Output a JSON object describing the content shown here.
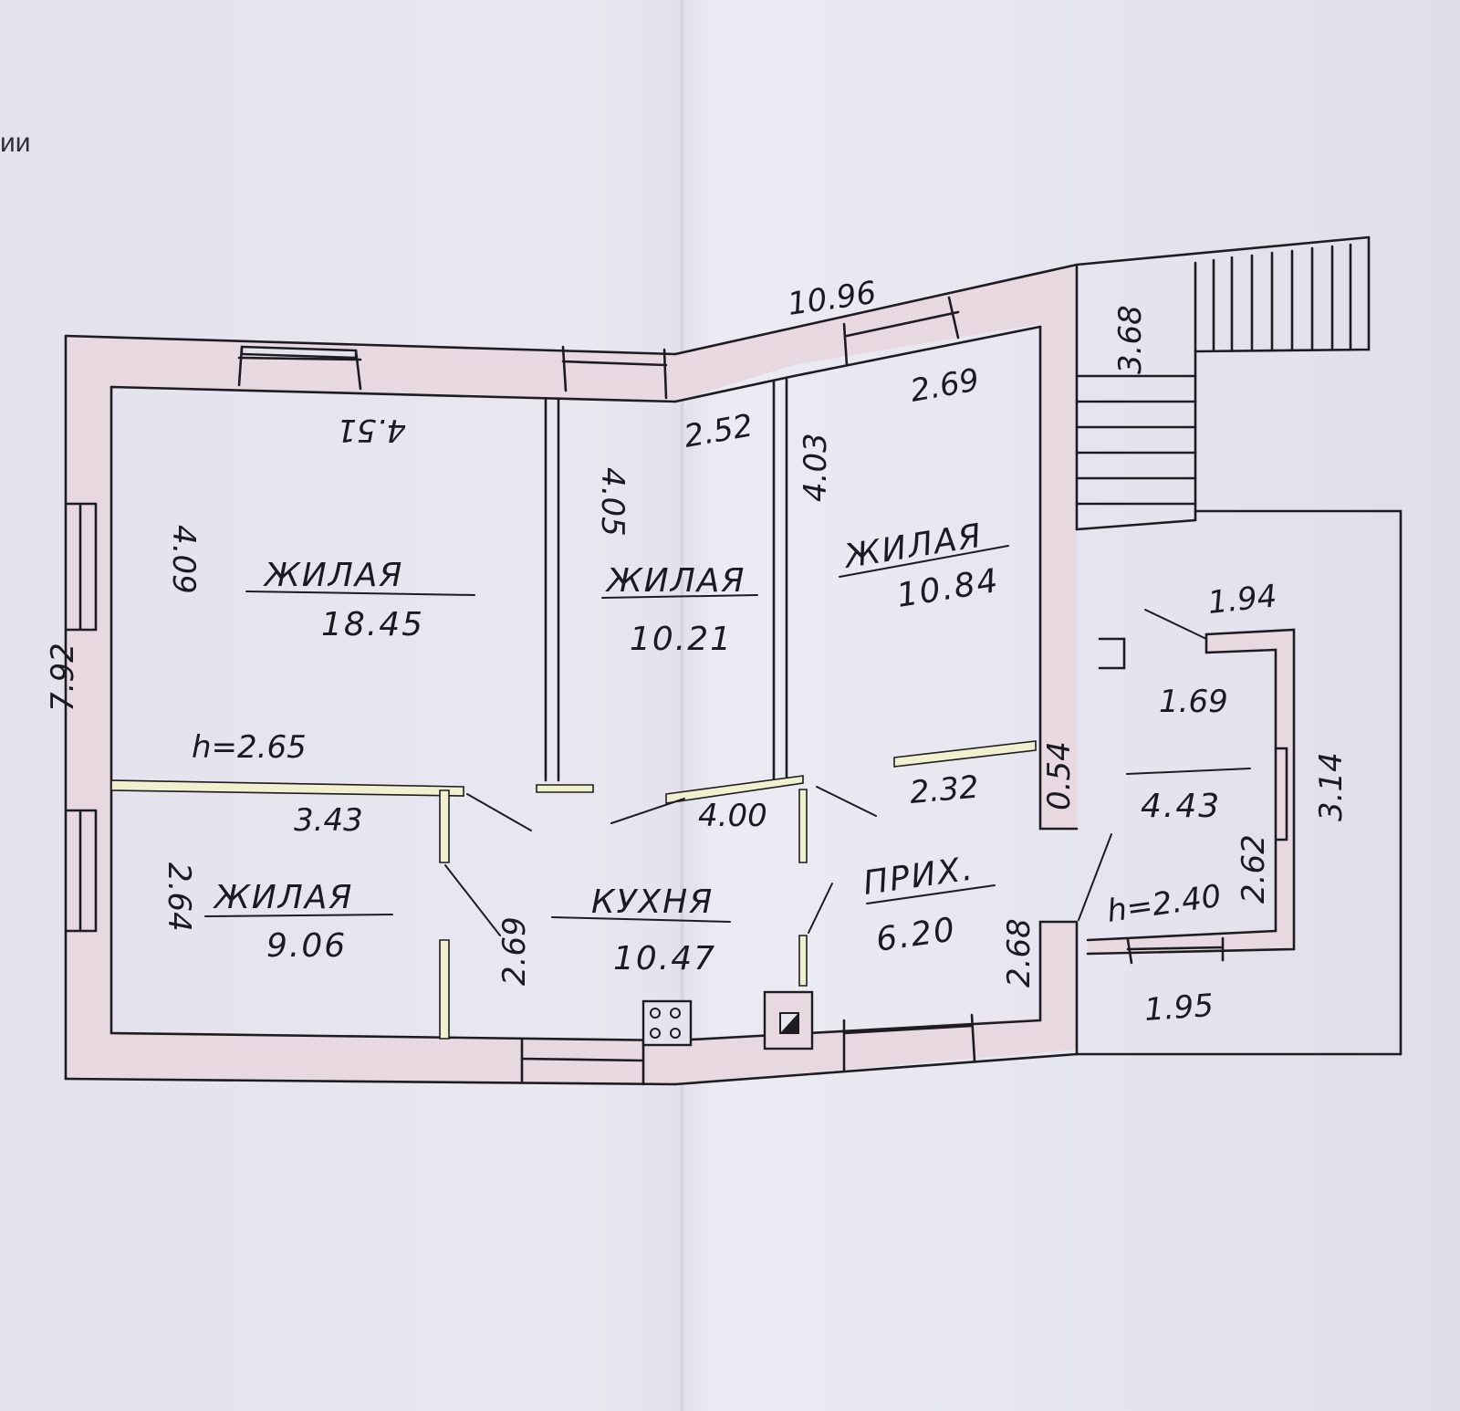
{
  "header_fragment": "ии",
  "rooms": {
    "living_1": {
      "name": "ЖИЛАЯ",
      "area": "18.45"
    },
    "living_2": {
      "name": "ЖИЛАЯ",
      "area": "10.21"
    },
    "living_3": {
      "name": "ЖИЛАЯ",
      "area": "10.84"
    },
    "living_4": {
      "name": "ЖИЛАЯ",
      "area": "9.06"
    },
    "kitchen": {
      "name": "КУХНЯ",
      "area": "10.47"
    },
    "hallway": {
      "name": "ПРИХ.",
      "area": "6.20"
    },
    "annex": {
      "name": "",
      "area": "4.43"
    }
  },
  "heights": {
    "main": "h=2.65",
    "annex": "h=2.40"
  },
  "dimensions": {
    "overall_top": "10.96",
    "overall_left": "7.92",
    "stairs": "3.68",
    "r1_width": "4.51",
    "r1_height": "4.09",
    "r2_height": "4.05",
    "r2_width": "2.52",
    "r3_height": "4.03",
    "r3_width": "2.69",
    "r4_width": "3.43",
    "r4_height": "2.64",
    "kitchen_height": "2.69",
    "kitchen_width": "4.00",
    "hall_width": "2.32",
    "hall_height": "2.68",
    "closet": "0.54",
    "annex_top": "1.94",
    "annex_inner": "1.69",
    "annex_height": "2.62",
    "annex_outer": "3.14",
    "annex_bottom": "1.95"
  }
}
